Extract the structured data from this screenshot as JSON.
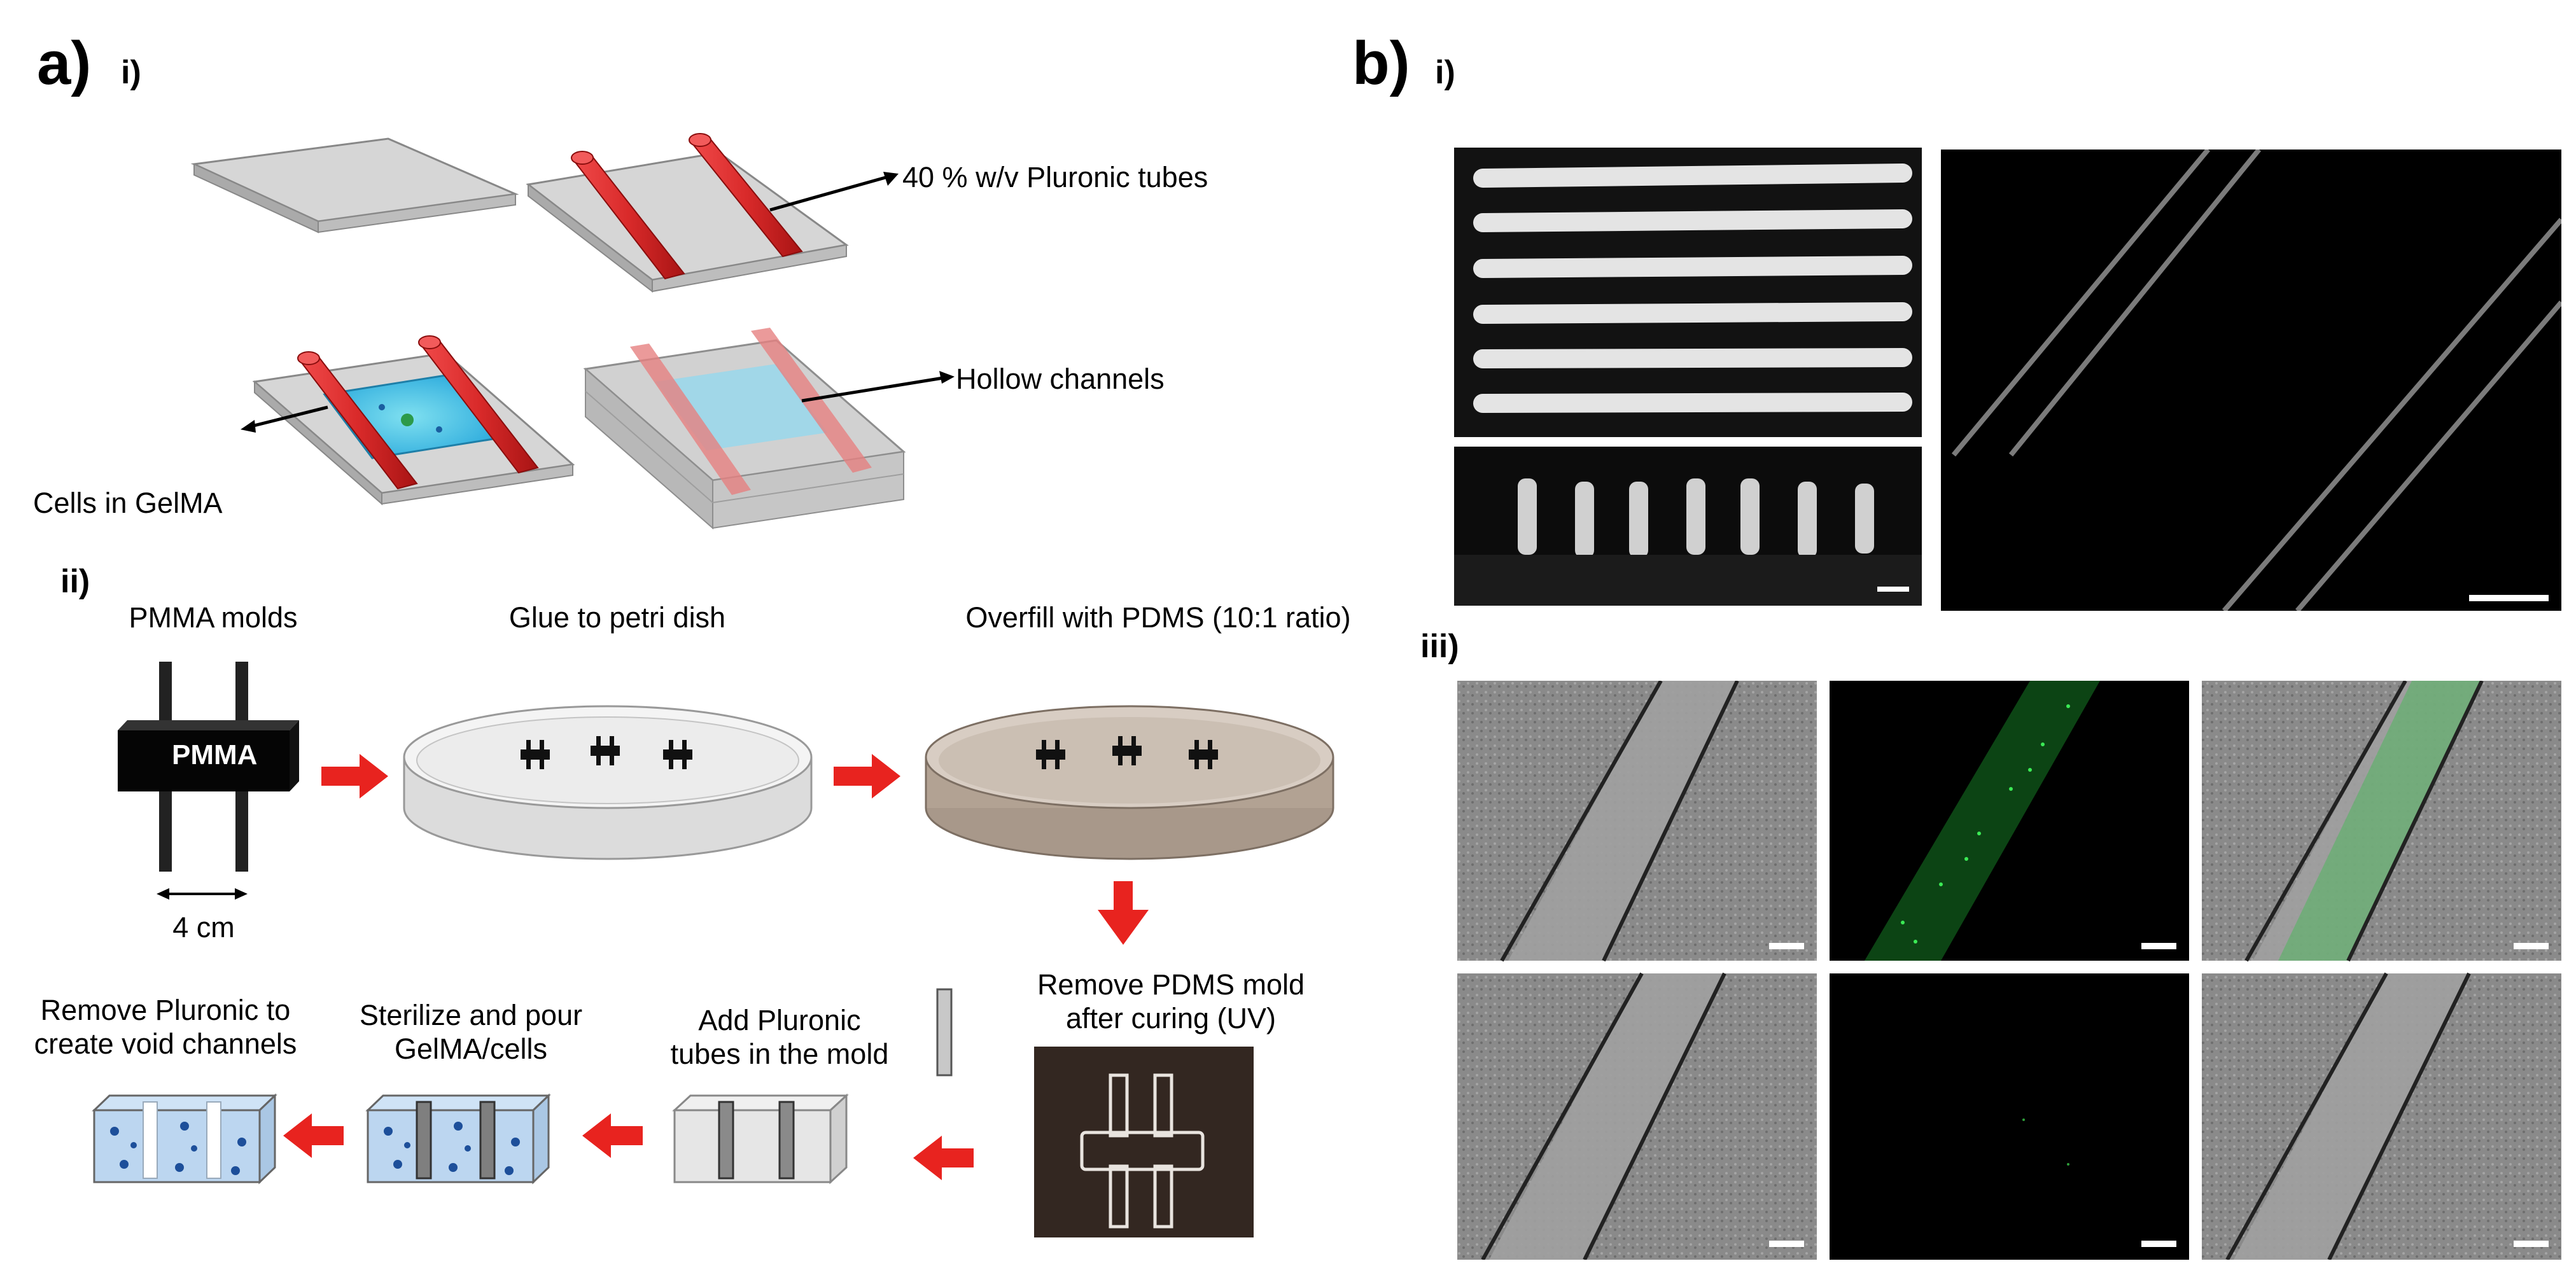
{
  "panel_a": {
    "letter": "a)",
    "sub_i": "i)",
    "sub_ii": "ii)",
    "labels": {
      "pluronic_tubes": "40 % w/v Pluronic tubes",
      "hollow_channels": "Hollow channels",
      "cells_in_gelma": "Cells in GelMA"
    },
    "steps": {
      "pmma_molds": "PMMA molds",
      "pmma_block": "PMMA",
      "dimension": "4 cm",
      "glue": "Glue to petri dish",
      "overfill": "Overfill with PDMS (10:1 ratio)",
      "remove_pdms_1": "Remove PDMS mold",
      "remove_pdms_2": "after curing (UV)",
      "add_pluronic_1": "Add Pluronic",
      "add_pluronic_2": "tubes in the mold",
      "sterilize_1": "Sterilize and pour",
      "sterilize_2": "GelMA/cells",
      "remove_pluronic_1": "Remove Pluronic to",
      "remove_pluronic_2": "create void channels"
    }
  },
  "panel_b": {
    "letter": "b)",
    "sub_i": "i)",
    "sub_iii": "iii)"
  },
  "colors": {
    "tube_red": "#d92a2a",
    "arrow_red": "#e8231f",
    "substrate_gray": "#c9c9c9",
    "gel_blue": "#3bb6e0",
    "fluorescence_green": "#22c43a"
  }
}
